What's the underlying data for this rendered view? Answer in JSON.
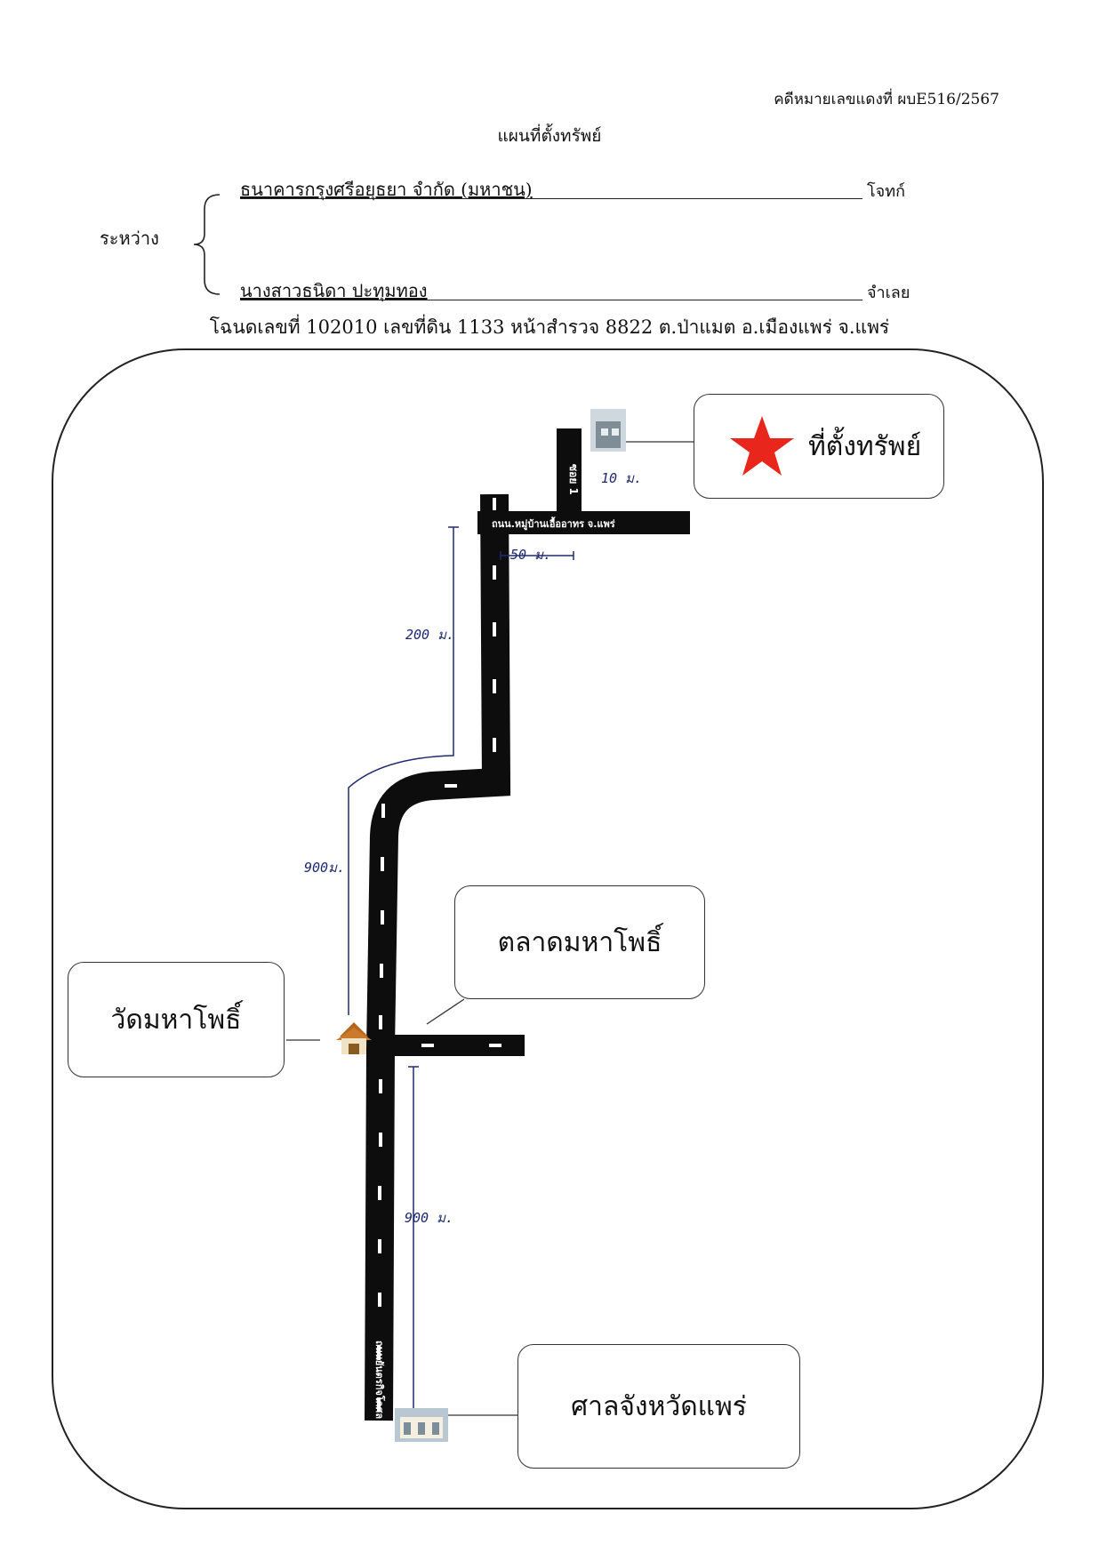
{
  "header": {
    "case_number": "คดีหมายเลขแดงที่ ผบE516/2567",
    "title": "แผนที่ตั้งทรัพย์",
    "between_label": "ระหว่าง",
    "plaintiff": "ธนาคารกรุงศรีอยุธยา จำกัด (มหาชน)",
    "plaintiff_role": "โจทก์",
    "defendant": "นางสาวธนิดา ปะทุมทอง",
    "defendant_role": "จำเลย",
    "deed_info": "โฉนดเลขที่ 102010 เลขที่ดิน  1133  หน้าสำรวจ 8822  ต.ป่าแมต  อ.เมืองแพร่ จ.แพร่"
  },
  "map": {
    "callouts": {
      "property": "ที่ตั้งทรัพย์",
      "market": "ตลาดมหาโพธิ์",
      "temple": "วัดมหาโพธิ์",
      "court": "ศาลจังหวัดแพร่"
    },
    "road_labels": {
      "soi": "ซอย 1",
      "village_road": "ถนน.หมู่บ้านเอื้ออาทร จ.แพร่",
      "main_road": "ถนนยันตรกิจโกศล"
    },
    "distances": {
      "soi": "10 ม.",
      "village_road": "50 ม.",
      "north_segment": "200 ม.",
      "middle_segment": "900ม.",
      "south_segment": "900 ม."
    },
    "icon": "red-star-icon",
    "colors": {
      "road": "#0d0d0d",
      "star": "#e8261c",
      "frame": "#222222"
    }
  }
}
